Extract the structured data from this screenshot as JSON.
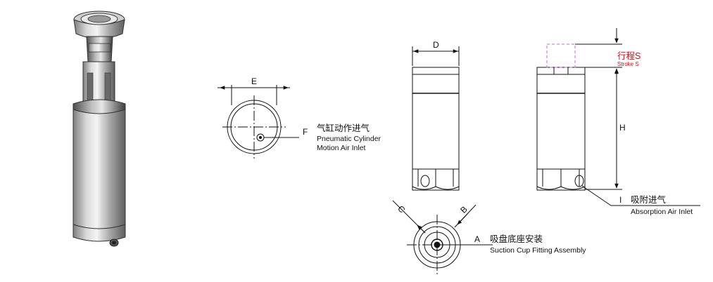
{
  "dimensions": {
    "D": "D",
    "E": "E",
    "F": "F",
    "H": "H",
    "I": "I",
    "A": "A",
    "B": "B",
    "C": "C"
  },
  "callouts": {
    "f_cn": "气缸动作进气",
    "f_en1": "Pneumatic Cylinder",
    "f_en2": "Motion Air Inlet",
    "stroke_cn": "行程S",
    "stroke_en": "Stroke S",
    "i_cn": "吸附进气",
    "i_en": "Absorption Air Inlet",
    "a_cn": "吸盘底座安装",
    "a_en": "Suction Cup Fitting Assembly"
  },
  "colors": {
    "line": "#111111",
    "stroke_accent": "#d0121b",
    "dash_stroke": "#c26ad0"
  }
}
